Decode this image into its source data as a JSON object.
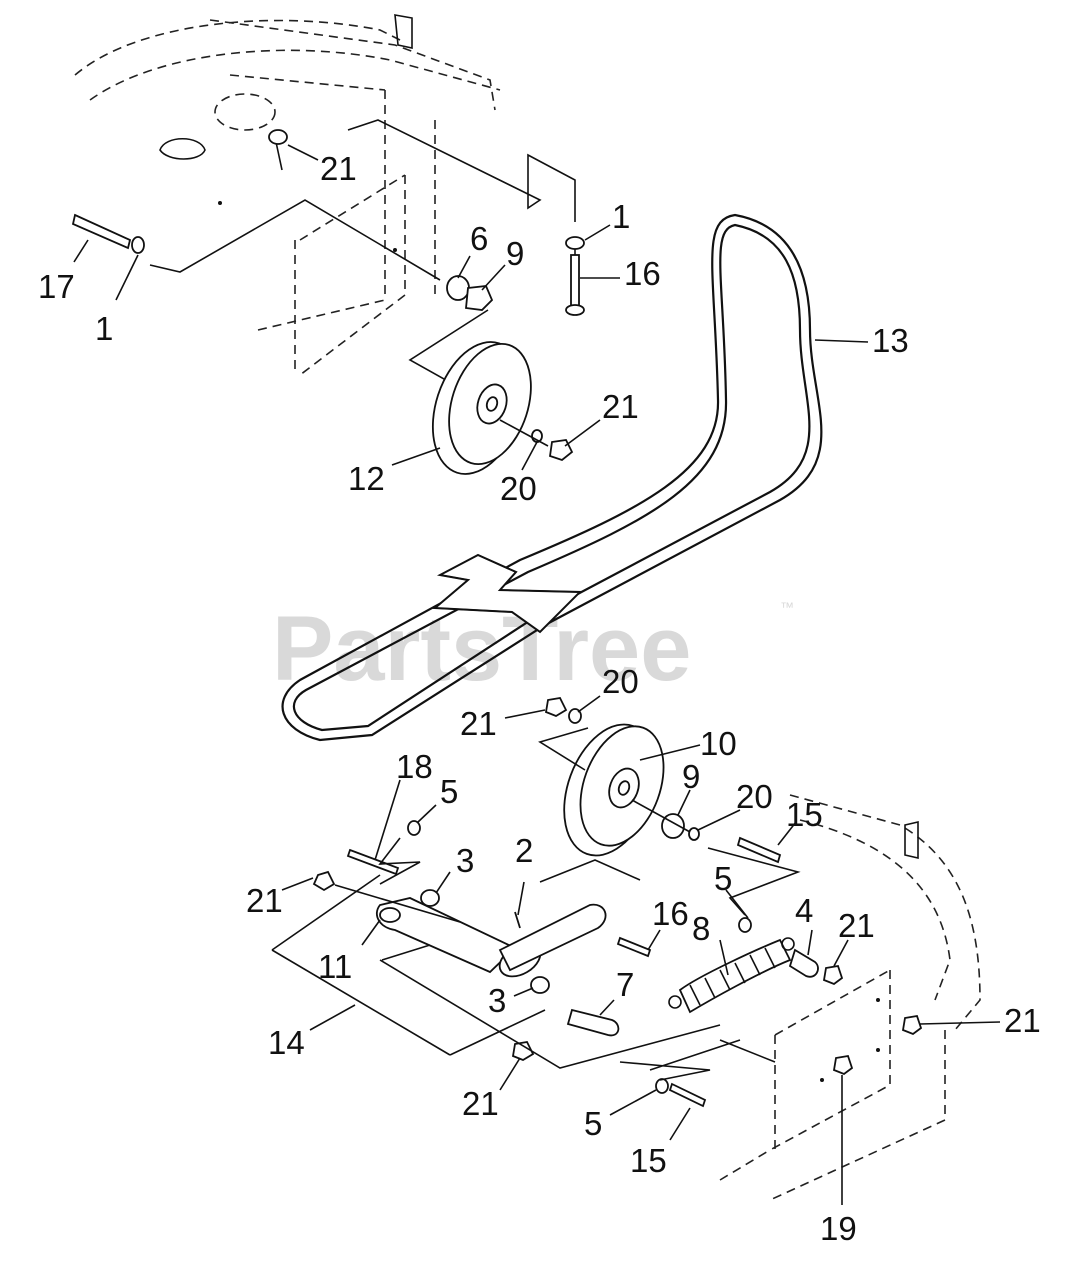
{
  "watermark": {
    "text": "PartsTree",
    "trademark": "™"
  },
  "callouts": [
    {
      "id": "c21a",
      "text": "21"
    },
    {
      "id": "c17",
      "text": "17"
    },
    {
      "id": "c1a",
      "text": "1"
    },
    {
      "id": "c6",
      "text": "6"
    },
    {
      "id": "c9a",
      "text": "9"
    },
    {
      "id": "c1b",
      "text": "1"
    },
    {
      "id": "c16a",
      "text": "16"
    },
    {
      "id": "c13",
      "text": "13"
    },
    {
      "id": "c21b",
      "text": "21"
    },
    {
      "id": "c12",
      "text": "12"
    },
    {
      "id": "c20a",
      "text": "20"
    },
    {
      "id": "c20b",
      "text": "20"
    },
    {
      "id": "c21c",
      "text": "21"
    },
    {
      "id": "c10",
      "text": "10"
    },
    {
      "id": "c18",
      "text": "18"
    },
    {
      "id": "c5a",
      "text": "5"
    },
    {
      "id": "c9b",
      "text": "9"
    },
    {
      "id": "c20c",
      "text": "20"
    },
    {
      "id": "c15a",
      "text": "15"
    },
    {
      "id": "c2",
      "text": "2"
    },
    {
      "id": "c3a",
      "text": "3"
    },
    {
      "id": "c21d",
      "text": "21"
    },
    {
      "id": "c16b",
      "text": "16"
    },
    {
      "id": "c5b",
      "text": "5"
    },
    {
      "id": "c4",
      "text": "4"
    },
    {
      "id": "c21e",
      "text": "21"
    },
    {
      "id": "c8",
      "text": "8"
    },
    {
      "id": "c11",
      "text": "11"
    },
    {
      "id": "c3b",
      "text": "3"
    },
    {
      "id": "c7",
      "text": "7"
    },
    {
      "id": "c21f",
      "text": "21"
    },
    {
      "id": "c14",
      "text": "14"
    },
    {
      "id": "c21g",
      "text": "21"
    },
    {
      "id": "c5c",
      "text": "5"
    },
    {
      "id": "c15b",
      "text": "15"
    },
    {
      "id": "c19",
      "text": "19"
    }
  ]
}
